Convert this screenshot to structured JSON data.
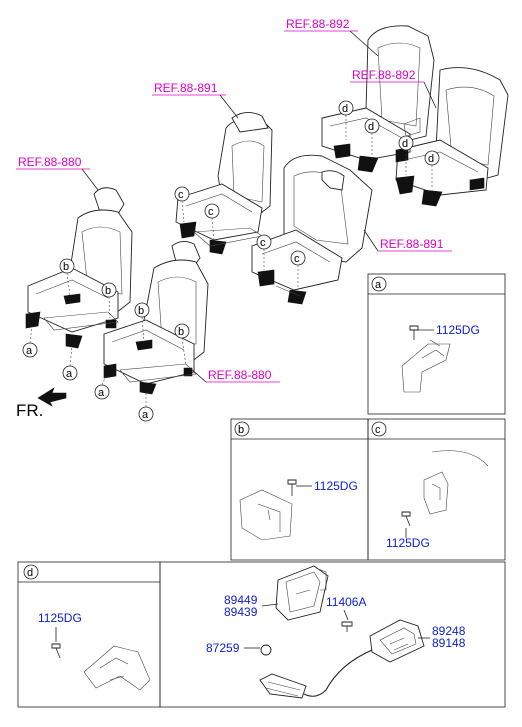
{
  "refs": {
    "r892_top": "REF.88-892",
    "r892_mid": "REF.88-892",
    "r891_left": "REF.88-891",
    "r880_top": "REF.88-880",
    "r891_right": "REF.88-891",
    "r880_bottom": "REF.88-880"
  },
  "front_label": "FR.",
  "callouts": {
    "a": "a",
    "b": "b",
    "c": "c",
    "d": "d"
  },
  "panels": {
    "a": {
      "letter": "a",
      "part": "1125DG"
    },
    "b": {
      "letter": "b",
      "part": "1125DG"
    },
    "c": {
      "letter": "c",
      "part": "1125DG"
    },
    "d": {
      "letter": "d",
      "part": "1125DG"
    },
    "module": {
      "p89449": "89449",
      "p89439": "89439",
      "p11406A": "11406A",
      "p89248": "89248",
      "p89148": "89148",
      "p87259": "87259"
    }
  }
}
